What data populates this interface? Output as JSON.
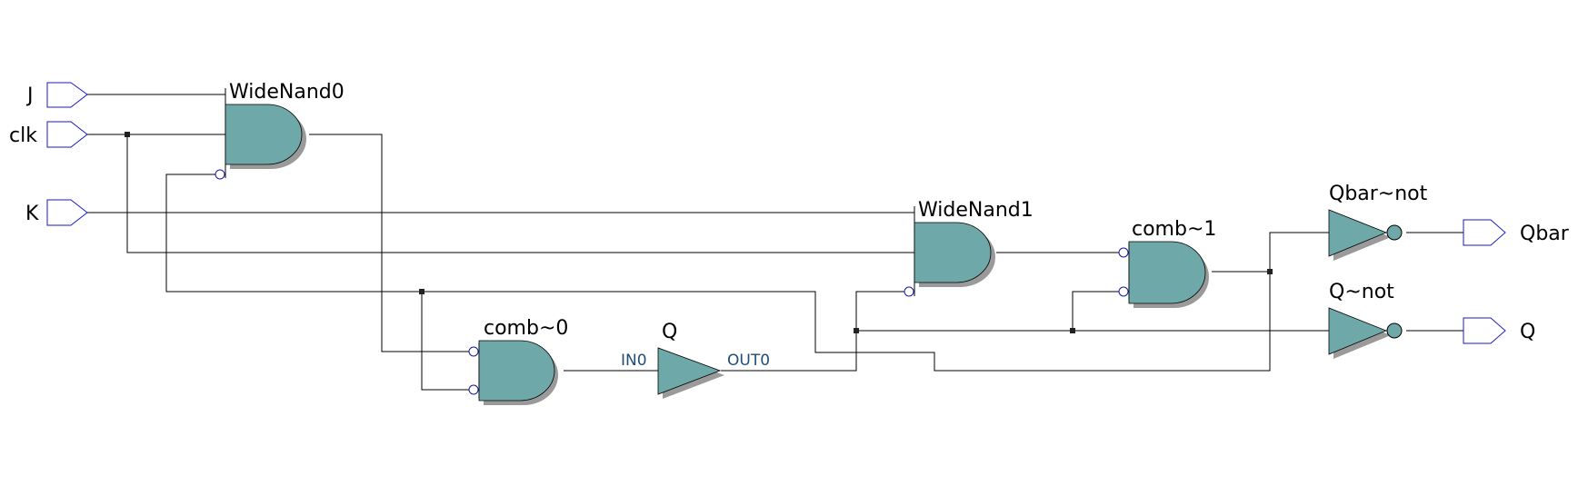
{
  "inputs": [
    "J",
    "clk",
    "K"
  ],
  "outputs": [
    "Qbar",
    "Q"
  ],
  "gates": {
    "widenand0": "WideNand0",
    "widenand1": "WideNand1",
    "comb0": "comb~0",
    "comb1": "comb~1",
    "qbar_not": "Qbar~not",
    "q_not": "Q~not",
    "q_buffer": "Q"
  },
  "pins": {
    "in0": "IN0",
    "out0": "OUT0"
  },
  "colors": {
    "gate_fill": "#6fa8a8",
    "port_stroke": "#1a1acc",
    "wire": "#000000"
  }
}
